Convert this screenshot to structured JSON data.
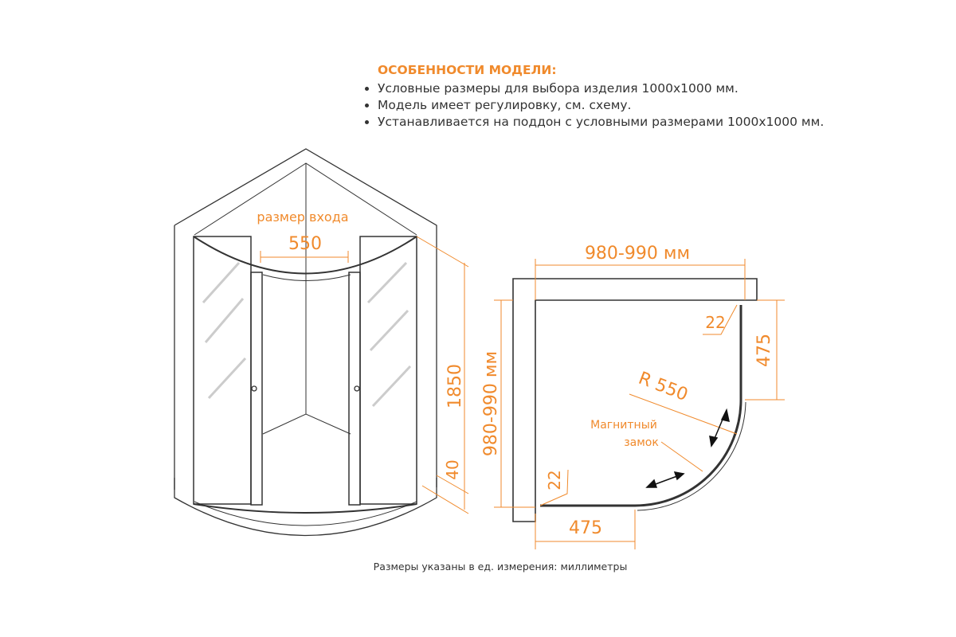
{
  "features": {
    "title": "ОСОБЕННОСТИ МОДЕЛИ:",
    "items": [
      "Условные размеры для выбора изделия 1000х1000 мм.",
      "Модель имеет регулировку, см. схему.",
      "Устанавливается на поддон с условными размерами 1000х1000 мм."
    ]
  },
  "perspective": {
    "entrance_label": "размер входа",
    "entrance_width": "550",
    "height": "1850",
    "tray_height": "40"
  },
  "plan": {
    "width": "980-990 мм",
    "depth": "980-990 мм",
    "gap_top": "22",
    "gap_left": "22",
    "side_right": "475",
    "side_bottom": "475",
    "radius": "R 550",
    "lock_label_1": "Магнитный",
    "lock_label_2": "замок"
  },
  "caption": "Размеры указаны в ед. измерения: миллиметры",
  "colors": {
    "accent": "#f08a2c",
    "line": "#333333"
  }
}
